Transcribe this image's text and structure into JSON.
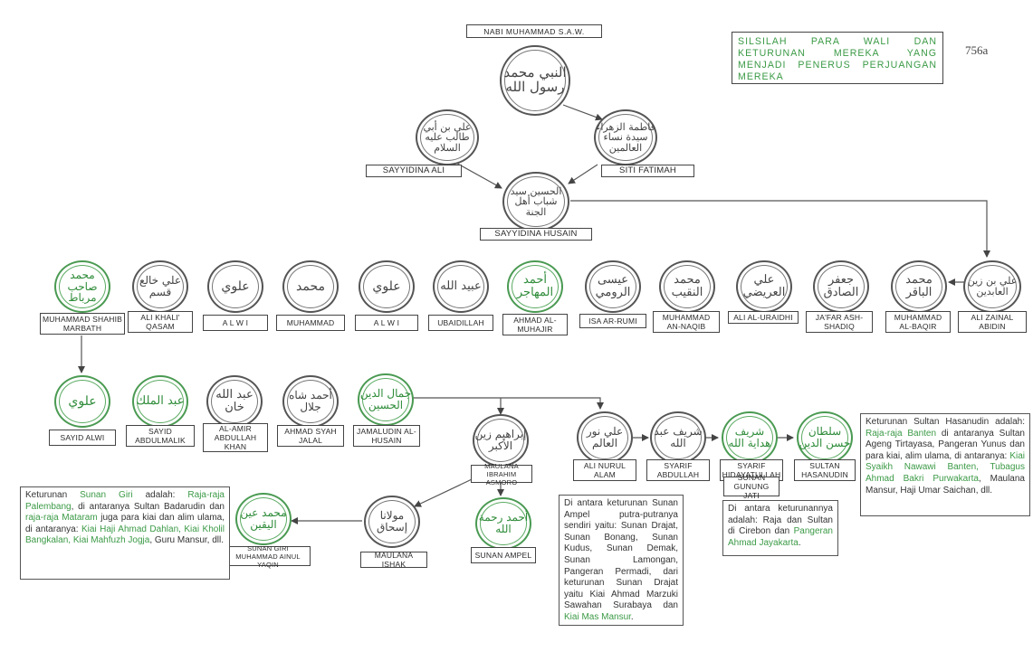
{
  "title": "SILSILAH PARA WALI DAN KETURUNAN MEREKA YANG MENJADI PENERUS PERJUANGAN MEREKA",
  "page_number": "756a",
  "colors": {
    "accent": "#3b9a46",
    "line": "#555555"
  },
  "people": {
    "nabi": {
      "label": "NABI MUHAMMAD S.A.W.",
      "script": "النبي محمد رسول الله"
    },
    "ali": {
      "label": "SAYYIDINA ALI",
      "script": "علي بن أبي طالب عليه السلام"
    },
    "fatimah": {
      "label": "SITI FATIMAH",
      "script": "فاطمة الزهراء سيدة نساء العالمين"
    },
    "husain": {
      "label": "SAYYIDINA HUSAIN",
      "script": "الحسين سيد شباب أهل الجنة"
    },
    "zainal": {
      "label": "ALI ZAINAL ABIDIN",
      "script": "علي بن زين العابدين"
    },
    "baqir": {
      "label": "MUHAMMAD AL-BAQIR",
      "script": "محمد الباقر"
    },
    "jafar": {
      "label": "JA'FAR ASH-SHADIQ",
      "script": "جعفر الصادق"
    },
    "uraidhi": {
      "label": "ALI AL-URAIDHI",
      "script": "علي العريضي"
    },
    "naqib": {
      "label": "MUHAMMAD AN-NAQIB",
      "script": "محمد النقيب"
    },
    "isa": {
      "label": "ISA AR-RUMI",
      "script": "عيسى الرومي"
    },
    "ahmad_muhajir": {
      "label": "AHMAD AL-MUHAJIR",
      "script": "أحمد المهاجر"
    },
    "ubaidillah": {
      "label": "UBAIDILLAH",
      "script": "عبيد الله"
    },
    "alwi1": {
      "label": "A L W I",
      "script": "علوي"
    },
    "muhammad": {
      "label": "MUHAMMAD",
      "script": "محمد"
    },
    "alwi2": {
      "label": "A L W I",
      "script": "علوي"
    },
    "ali_khali": {
      "label": "ALI KHALI' QASAM",
      "script": "علي خالع قسم"
    },
    "marbath": {
      "label": "MUHAMMAD SHAHIB MARBATH",
      "script": "محمد صاحب مرباط"
    },
    "sayid_alwi": {
      "label": "SAYID ALWI",
      "script": "علوي"
    },
    "abdulmalik": {
      "label": "SAYID ABDULMALIK",
      "script": "عبد الملك"
    },
    "abdullah_khan": {
      "label": "AL-AMIR ABDULLAH KHAN",
      "script": "عبد الله خان"
    },
    "syah_jalal": {
      "label": "AHMAD SYAH JALAL",
      "script": "أحمد شاه جلال"
    },
    "jamaludin": {
      "label": "JAMALUDIN AL-HUSAIN",
      "script": "جمال الدين الحسين"
    },
    "ibrahim": {
      "label": "MAULANA IBRAHIM ASMORO",
      "script": "إبراهيم زين الأكبر"
    },
    "ali_nurul": {
      "label": "ALI NURUL ALAM",
      "script": "علي نور العالم"
    },
    "syarif_abdullah": {
      "label": "SYARIF ABDULLAH",
      "script": "شريف عبد الله"
    },
    "hidayatullah": {
      "label": "SYARIF HIDAYATULLAH",
      "sublabel": "SUNAN GUNUNG JATI",
      "script": "شريف هداية الله"
    },
    "hasanudin": {
      "label": "SULTAN HASANUDIN",
      "script": "سلطان حسن الدين"
    },
    "ishak": {
      "label": "MAULANA ISHAK",
      "script": "مولانا إسحاق"
    },
    "ampel": {
      "label": "SUNAN AMPEL",
      "script": "أحمد رحمة الله"
    },
    "giri": {
      "label": "SUNAN GIRI MUHAMMAD AINUL YAQIN",
      "script": "محمد عين اليقين"
    }
  },
  "notes": {
    "giri": [
      "Keturunan ",
      "Sunan Giri",
      " adalah: ",
      "Raja-raja Palembang",
      ", di antaranya Sultan Badarudin dan ",
      "raja-raja Mataram",
      " juga para kiai dan alim ulama, di antaranya: ",
      "Kiai Haji Ahmad Dahlan, Kiai Kholil Bangkalan, Kiai Mahfuzh Jogja",
      ", Guru Mansur, dll."
    ],
    "ampel": [
      "Di antara keturunan Sunan Ampel putra-putranya sendiri yaitu: Sunan Drajat, Sunan Bonang, Sunan Kudus, Sunan Demak, Sunan Lamongan, Pangeran Permadi, dari keturunan Sunan Drajat yaitu Kiai Ahmad Marzuki Sawahan Surabaya dan ",
      "Kiai Mas Mansur",
      "."
    ],
    "gunung_jati": [
      "Di antara keturunannya adalah: Raja dan Sultan di Cirebon dan ",
      "Pangeran Ahmad Jayakarta",
      "."
    ],
    "hasanudin": [
      "Keturunan Sultan Hasanudin adalah: ",
      "Raja-raja Banten",
      " di antaranya Sultan Ageng Tirtayasa, Pangeran Yunus dan para kiai, alim ulama, di antaranya: ",
      "Kiai Syaikh Nawawi Banten, Tubagus Ahmad Bakri Purwakarta",
      ", Maulana Mansur, Haji Umar Saichan, dll."
    ]
  }
}
